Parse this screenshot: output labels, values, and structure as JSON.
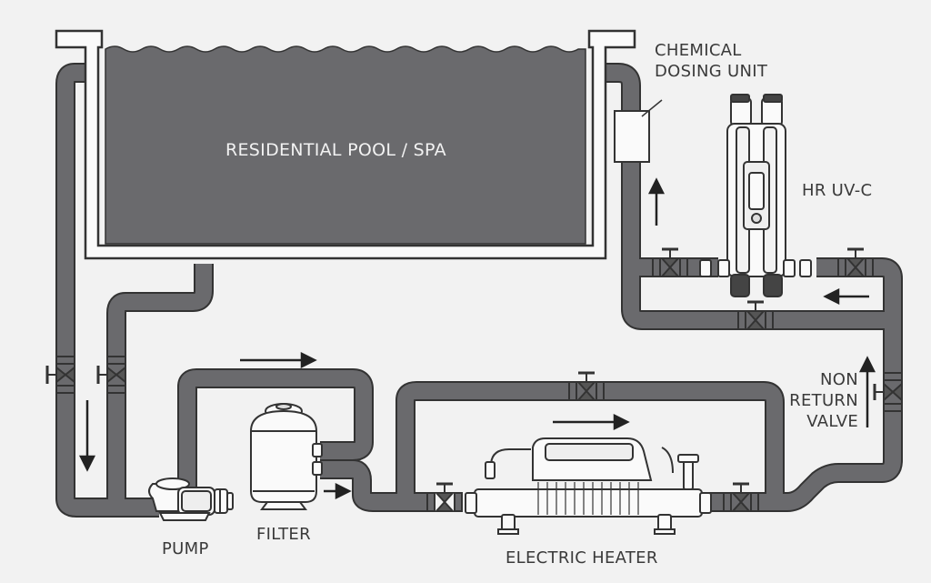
{
  "labels": {
    "pool": "RESIDENTIAL POOL / SPA",
    "dosing": "CHEMICAL\nDOSING UNIT",
    "uv": "HR UV-C",
    "non_return": "NON\nRETURN\nVALVE",
    "pump": "PUMP",
    "filter": "FILTER",
    "heater": "ELECTRIC HEATER"
  },
  "colors": {
    "background": "#f2f2f2",
    "pipe": "#6a6a6d",
    "outline": "#333333",
    "water": "#6a6a6d"
  },
  "components": [
    "pool-tank",
    "pump",
    "sand-filter",
    "electric-heater",
    "hr-uv-c-unit",
    "chemical-dosing-unit",
    "non-return-valve",
    "isolation-valves"
  ]
}
